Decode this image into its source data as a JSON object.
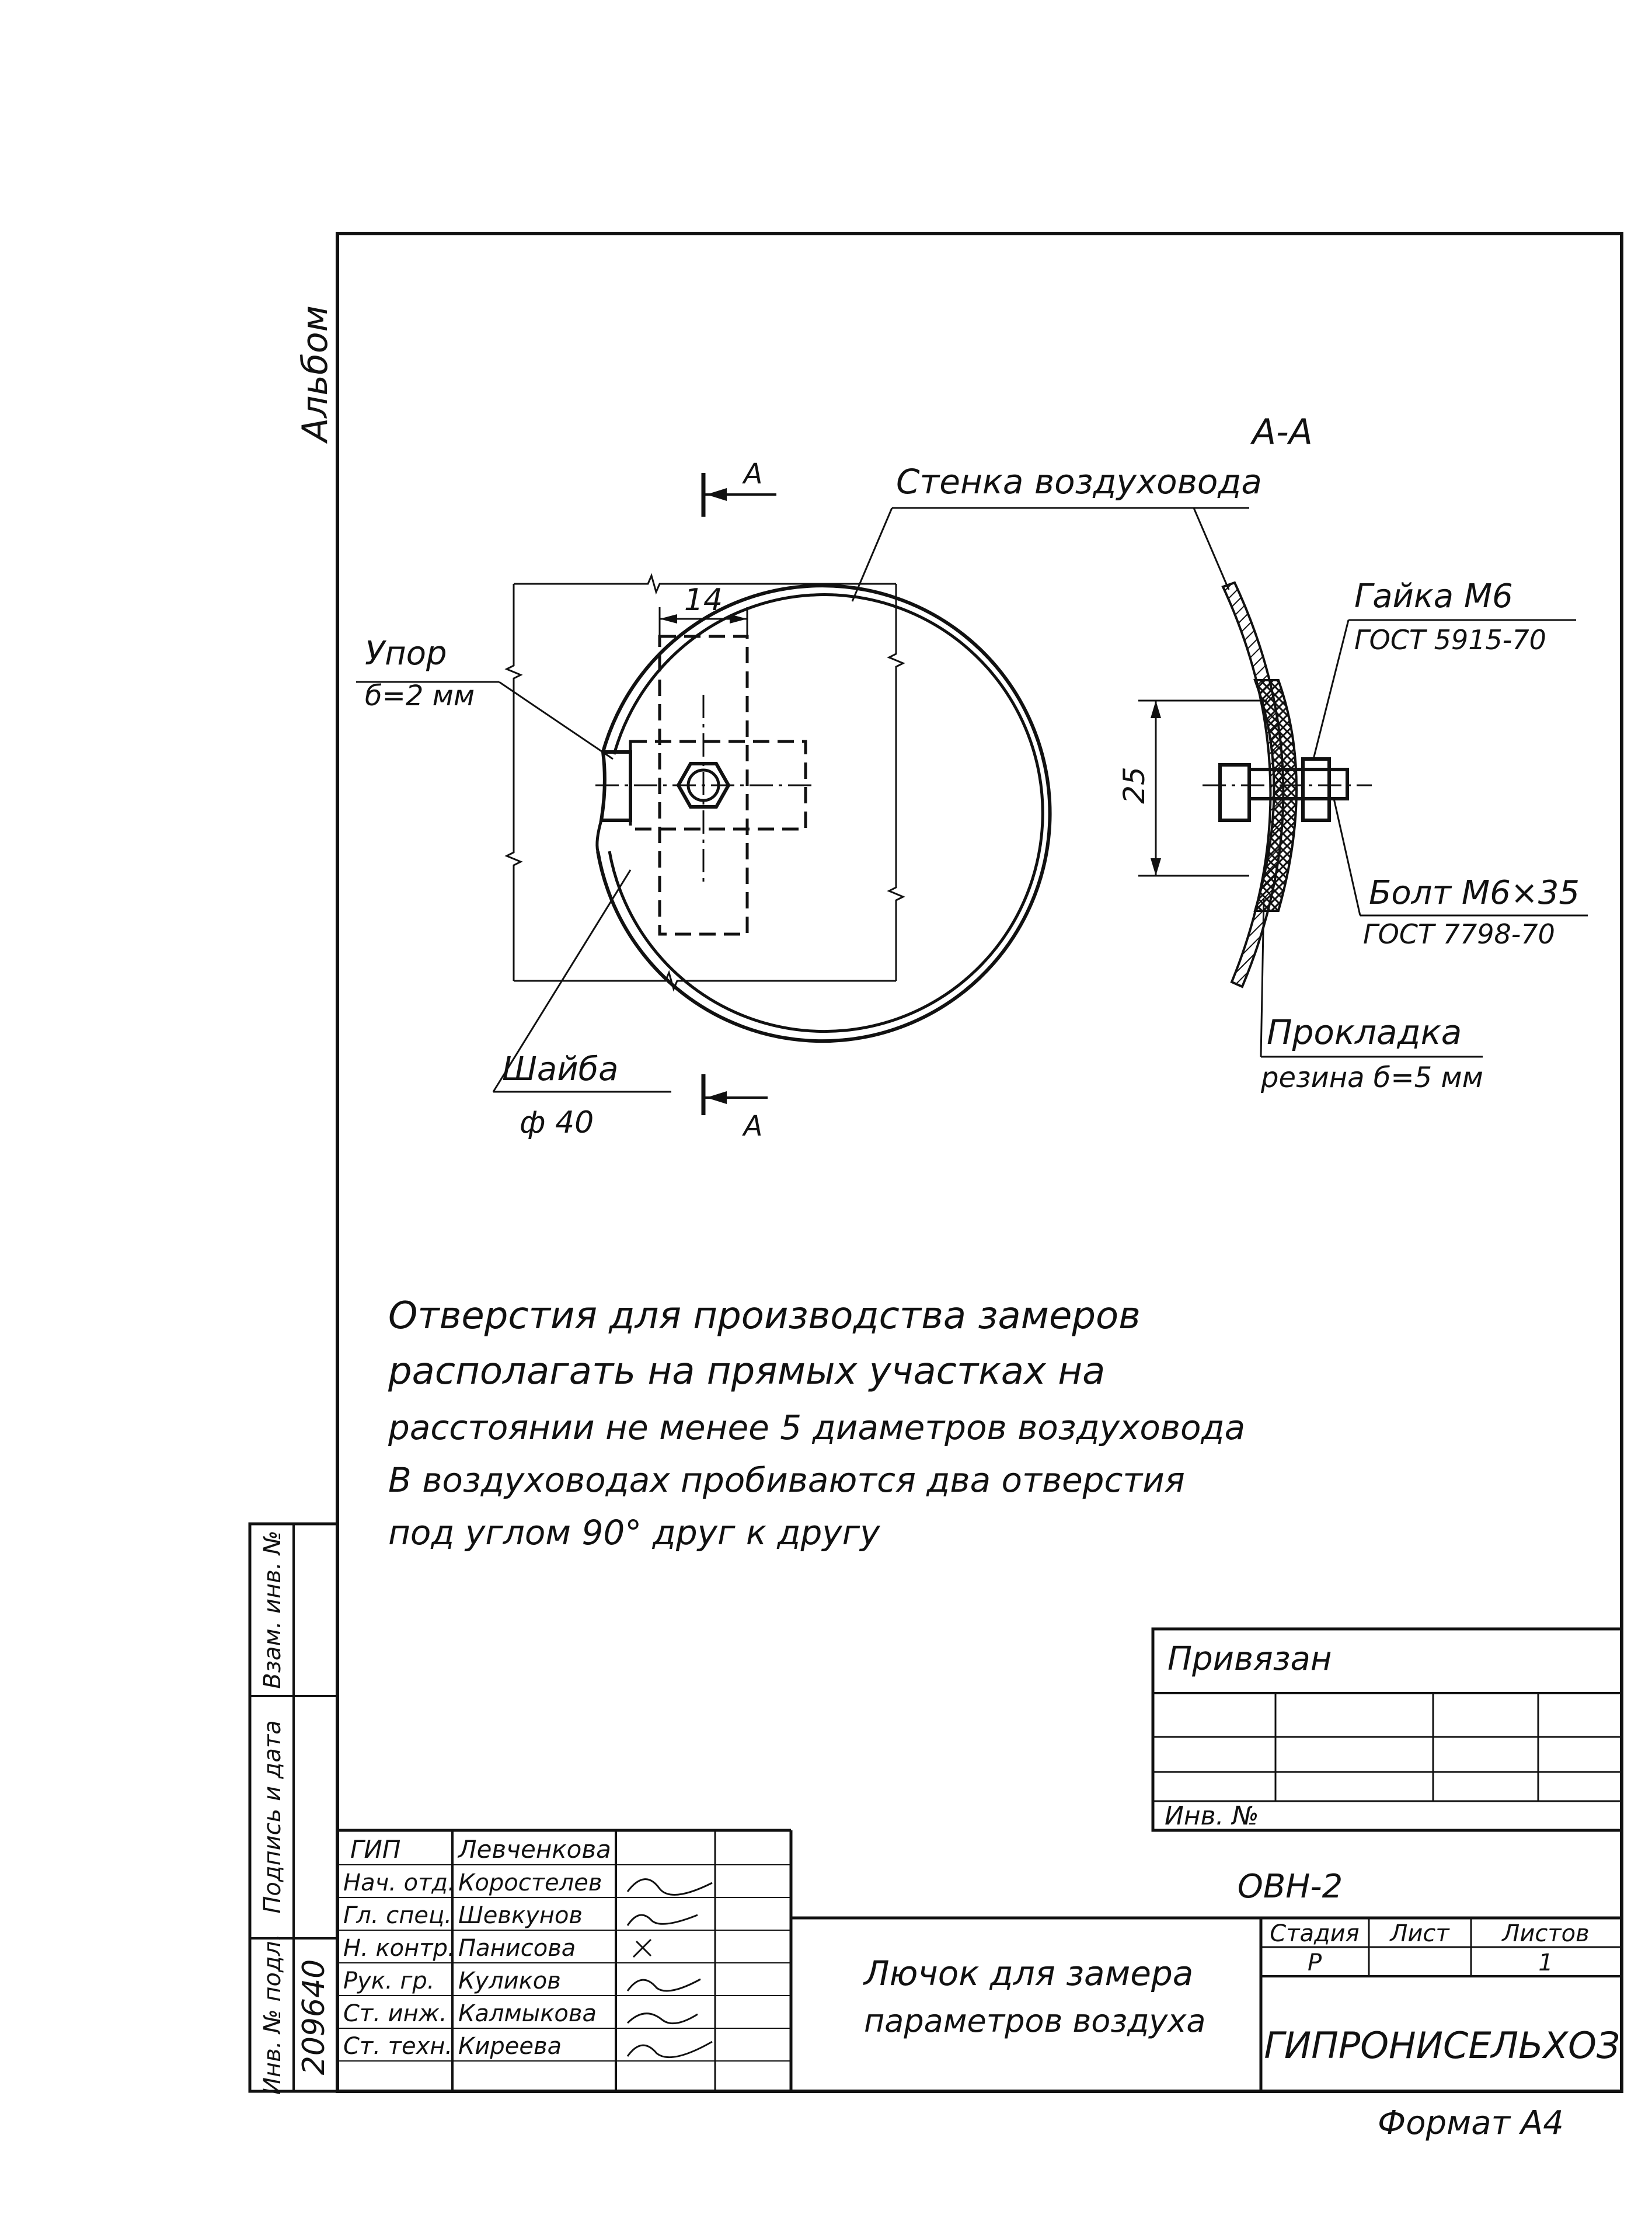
{
  "album_label": "Альбом",
  "section_label": "А-А",
  "cut_letter_top": "А",
  "cut_letter_bottom": "А",
  "callouts": {
    "duct_wall": "Стенка воздуховода",
    "stop": "Упор",
    "stop_thickness": "б=2 мм",
    "washer": "Шайба",
    "washer_diameter": "ф 40",
    "nut": "Гайка М6",
    "nut_std": "ГОСТ 5915-70",
    "bolt": "Болт М6×35",
    "bolt_std": "ГОСТ 7798-70",
    "gasket": "Прокладка",
    "gasket_spec": "резина б=5 мм"
  },
  "dimensions": {
    "slot_width": "14",
    "section_height": "25"
  },
  "notes": [
    "Отверстия для производства замеров",
    "располагать на прямых участках на",
    "расстоянии не менее 5 диаметров воздуховода",
    "В воздуховодах пробиваются два отверстия",
    "под углом 90° друг к другу"
  ],
  "binding_block": {
    "title": "Привязан",
    "inv_label": "Инв. №"
  },
  "side_stamp": {
    "inv_orig": "Инв. № подл.",
    "sign_date": "Подпись и дата",
    "replace_inv": "Взам. инв. №",
    "inv_number": "209640"
  },
  "title_block": {
    "designation": "ОВН-2",
    "title_line1": "Лючок для замера",
    "title_line2": "параметров воздуха",
    "stage_label": "Стадия",
    "sheet_label": "Лист",
    "sheets_label": "Листов",
    "stage": "Р",
    "sheets_total": "1",
    "org": "ГИПРОНИСЕЛЬХОЗ",
    "roles": [
      {
        "role": "ГИП",
        "name": "Левченкова"
      },
      {
        "role": "Нач. отд.",
        "name": "Коростелев"
      },
      {
        "role": "Гл. спец.",
        "name": "Шевкунов"
      },
      {
        "role": "Н. контр.",
        "name": "Панисова"
      },
      {
        "role": "Рук. гр.",
        "name": "Куликов"
      },
      {
        "role": "Ст. инж.",
        "name": "Калмыкова"
      },
      {
        "role": "Ст. техн.",
        "name": "Киреева"
      }
    ]
  },
  "format_label": "Формат А4"
}
